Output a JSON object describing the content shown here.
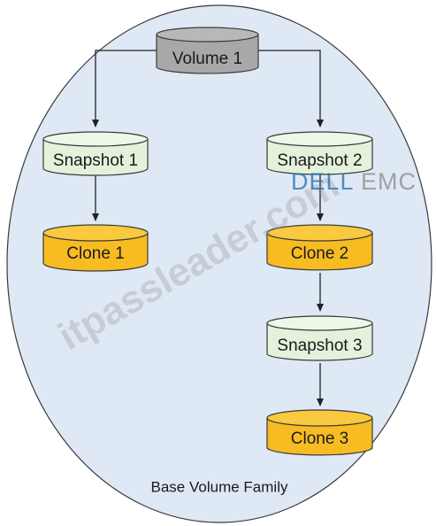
{
  "family_label": "Base Volume Family",
  "nodes": {
    "volume1": "Volume 1",
    "snapshot1": "Snapshot 1",
    "snapshot2": "Snapshot 2",
    "clone1": "Clone 1",
    "clone2": "Clone 2",
    "snapshot3": "Snapshot 3",
    "clone3": "Clone 3"
  },
  "edges": [
    [
      "volume1",
      "snapshot1"
    ],
    [
      "volume1",
      "snapshot2"
    ],
    [
      "snapshot1",
      "clone1"
    ],
    [
      "snapshot2",
      "clone2"
    ],
    [
      "clone2",
      "snapshot3"
    ],
    [
      "snapshot3",
      "clone3"
    ]
  ],
  "watermarks": {
    "site": "itpassleader.com",
    "brand_dell": "DELL",
    "brand_emc": "EMC"
  },
  "colors": {
    "family_fill": "#dfe8f5",
    "volume_fill": "#a8a8a8",
    "snapshot_fill": "#e4f2dc",
    "clone_fill": "#f6bc22",
    "brand_blue": "#1f6fb2"
  }
}
